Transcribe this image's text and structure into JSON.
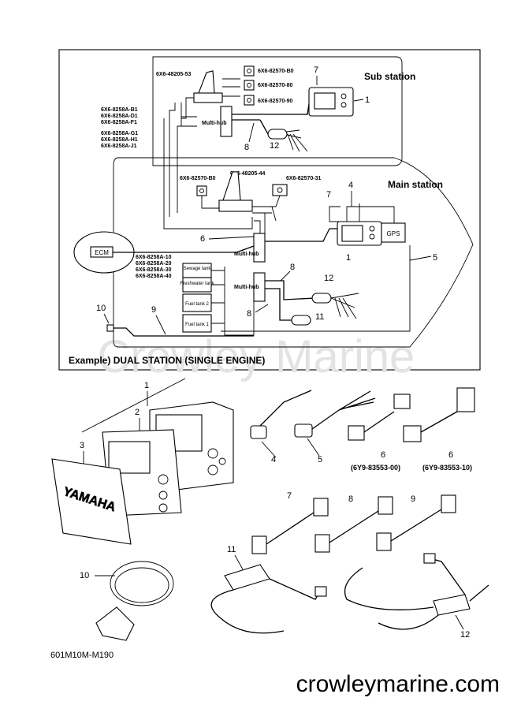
{
  "diagram": {
    "sub_station_title": "Sub station",
    "main_station_title": "Main station",
    "caption": "Example) DUAL STATION (SINGLE ENGINE)",
    "watermark": "Crowley Marine",
    "sub_parts": {
      "top": "6X6-48205-53",
      "r1": "6X6-82570-B0",
      "r2": "6X6-82570-80",
      "r3": "6X6-82570-90"
    },
    "left_parts_a": [
      "6X6-8258A-B1",
      "6X6-8258A-D1",
      "6X6-8258A-F1"
    ],
    "left_parts_b": [
      "6X6-8258A-G1",
      "6X6-8258A-H1",
      "6X6-8258A-J1"
    ],
    "main_parts": {
      "a": "6X6-82570-B0",
      "b": "6X6-48205-44",
      "c": "6X6-82570-31"
    },
    "sensor_parts": [
      "6X6-8258A-10",
      "6X6-8258A-20",
      "6X6-8258A-30",
      "6X6-8258A-40"
    ],
    "hub_label": "Multi-hub",
    "ecm_label": "ECM",
    "gps_label": "GPS",
    "tanks": [
      "Sewage tank",
      "Freshwater tank",
      "Fuel tank 2",
      "Fuel tank 1"
    ],
    "callouts": {
      "c1": "1",
      "c4": "4",
      "c5": "5",
      "c6": "6",
      "c7": "7",
      "c8": "8",
      "c9": "9",
      "c10": "10",
      "c11": "11",
      "c12": "12"
    }
  },
  "parts": {
    "callouts": [
      "1",
      "2",
      "3",
      "4",
      "5",
      "6",
      "6",
      "7",
      "8",
      "9",
      "10",
      "11",
      "12"
    ],
    "part_6a": "(6Y9-83553-00)",
    "part_6b": "(6Y9-83553-10)",
    "brand": "YAMAHA",
    "figure_code": "601M10M-M190",
    "site": "crowleymarine.com"
  }
}
